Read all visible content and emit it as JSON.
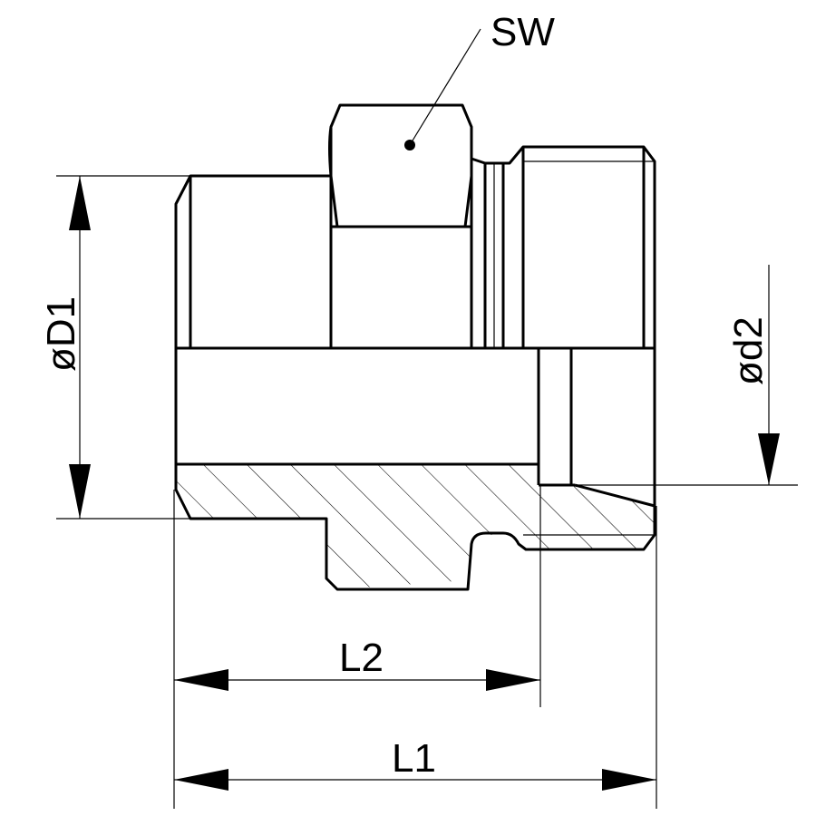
{
  "labels": {
    "sw": "SW",
    "d1": "øD1",
    "d2": "ød2",
    "l1": "L1",
    "l2": "L2"
  }
}
